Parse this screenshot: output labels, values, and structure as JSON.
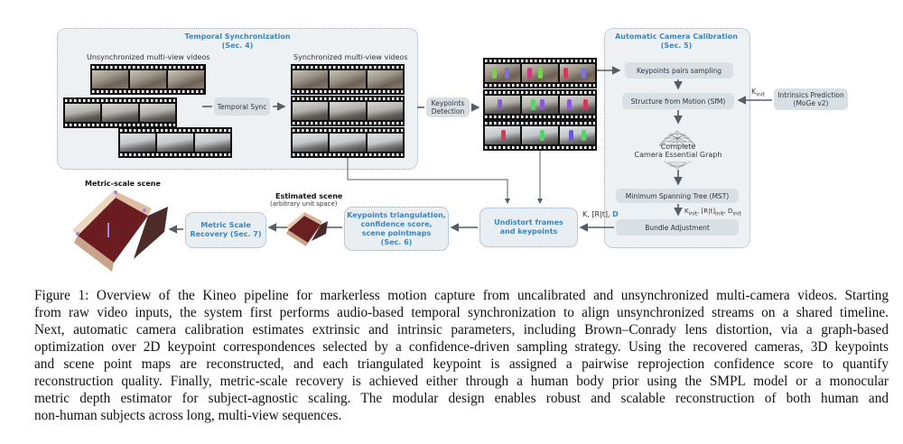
{
  "figure": {
    "temporal_sync_panel": {
      "title": "Temporal Synchronization",
      "section": "(Sec. 4)",
      "unsync_label": "Unsynchronized multi-view videos",
      "sync_label": "Synchronized multi-view videos",
      "temporal_sync_step": "Temporal Sync"
    },
    "keypoints_detection_step": [
      "Keypoints",
      "Detection"
    ],
    "calibration_panel": {
      "title": "Automatic Camera Calibration",
      "section": "(Sec. 5)",
      "keypoint_pairs_sampling": "Keypoints pairs sampling",
      "sfm": "Structure from Motion (SfM)",
      "graph_label": [
        "Complete",
        "Camera Essential Graph"
      ],
      "mst": "Minimum Spanning Tree (MST)",
      "bundle_adjustment": "Bundle Adjustment",
      "init_params": {
        "k": "K",
        "k_sub": "init",
        "rt": "[R|t]",
        "rt_sub": "init",
        "d": "D",
        "d_sub": "init"
      }
    },
    "intrinsics_prediction": [
      "Intrinsics Prediction",
      "(MoGe v2)"
    ],
    "k_init_label": {
      "k": "K",
      "sub": "init"
    },
    "calibration_output_label": {
      "prefix": "K, [R|t], ",
      "d": "D"
    },
    "undistort_step": [
      "Undistort frames",
      "and keypoints"
    ],
    "triangulation_step": [
      "Keypoints triangulation,",
      "confidence score,",
      "scene pointmaps",
      "(Sec. 6)"
    ],
    "estimated_scene": {
      "title": "Estimated scene",
      "subtitle": "(arbitrary unit space)"
    },
    "metric_scale_step": [
      "Metric Scale",
      "Recovery (Sec. 7)"
    ],
    "metric_scene": {
      "title": "Metric-scale scene"
    },
    "colors": {
      "accent_blue": "#3a86c0",
      "panel_bg": "#eef1f4",
      "step_bg": "#d8e0e6",
      "arrow": "#555d66"
    }
  },
  "caption": {
    "lines": [
      "Figure 1: Overview of the Kineo pipeline for markerless motion capture from uncalibrated and unsynchronized multi-camera videos. Starting",
      "from raw video inputs, the system first performs audio-based temporal synchronization to align unsynchronized streams on a shared timeline.",
      "Next, automatic camera calibration estimates extrinsic and intrinsic parameters, including Brown–Conrady lens distortion, via a graph-based",
      "optimization over 2D keypoint correspondences selected by a confidence-driven sampling strategy. Using the recovered cameras, 3D keypoints",
      "and scene point maps are reconstructed, and each triangulated keypoint is assigned a pairwise reprojection confidence score to quantify",
      "reconstruction quality. Finally, metric-scale recovery is achieved either through a human body prior using the SMPL model or a monocular",
      "metric depth estimator for subject-agnostic scaling.  The modular design enables robust and scalable reconstruction of both human and",
      "non-human subjects across long, multi-view sequences."
    ]
  }
}
